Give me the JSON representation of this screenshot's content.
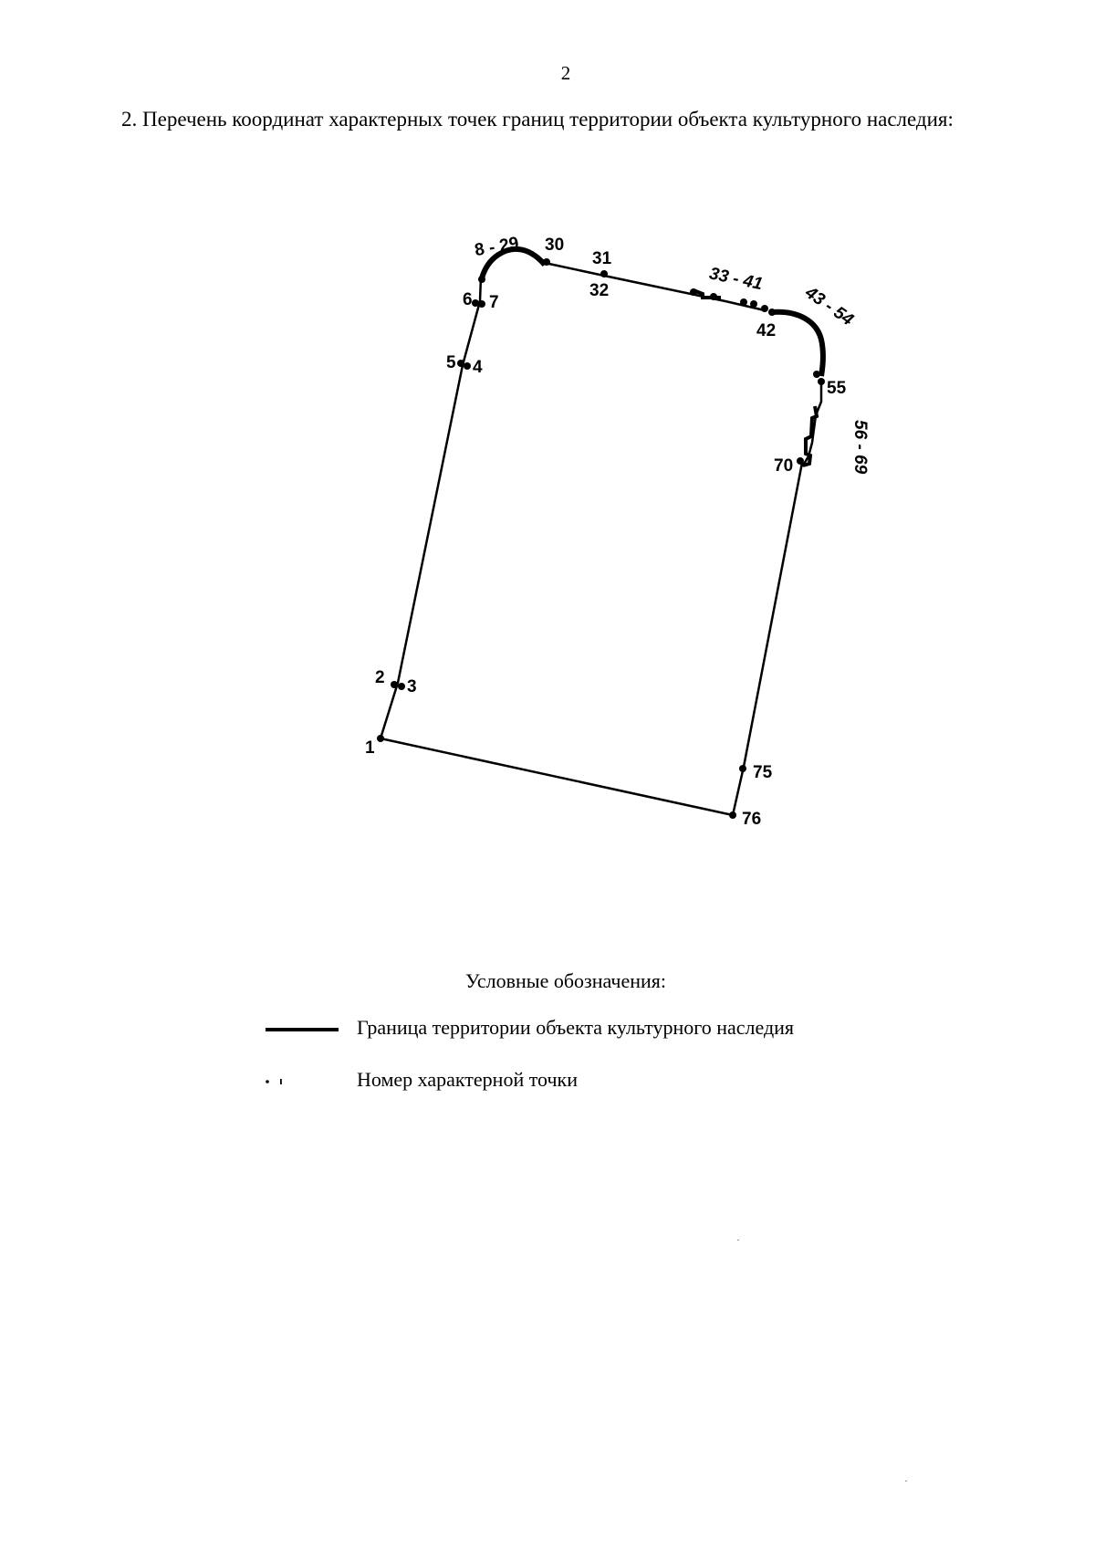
{
  "page": {
    "number": "2"
  },
  "heading": "2. Перечень координат характерных точек границ территории объекта культурного наследия:",
  "plan": {
    "point_labels": {
      "p1": "1",
      "p2": "2",
      "p3": "3",
      "p4": "4",
      "p5": "5",
      "p6": "6",
      "p7": "7",
      "p8_29": "8 - 29",
      "p30": "30",
      "p31": "31",
      "p32": "32",
      "p33_41": "33 - 41",
      "p42": "42",
      "p43_54": "43 - 54",
      "p55": "55",
      "p56_69": "56 - 69",
      "p70": "70",
      "p75": "75",
      "p76": "76"
    }
  },
  "legend": {
    "title": "Условные обозначения:",
    "boundary_label": "Граница территории объекта культурного наследия",
    "point_label": "Номер характерной точки"
  }
}
